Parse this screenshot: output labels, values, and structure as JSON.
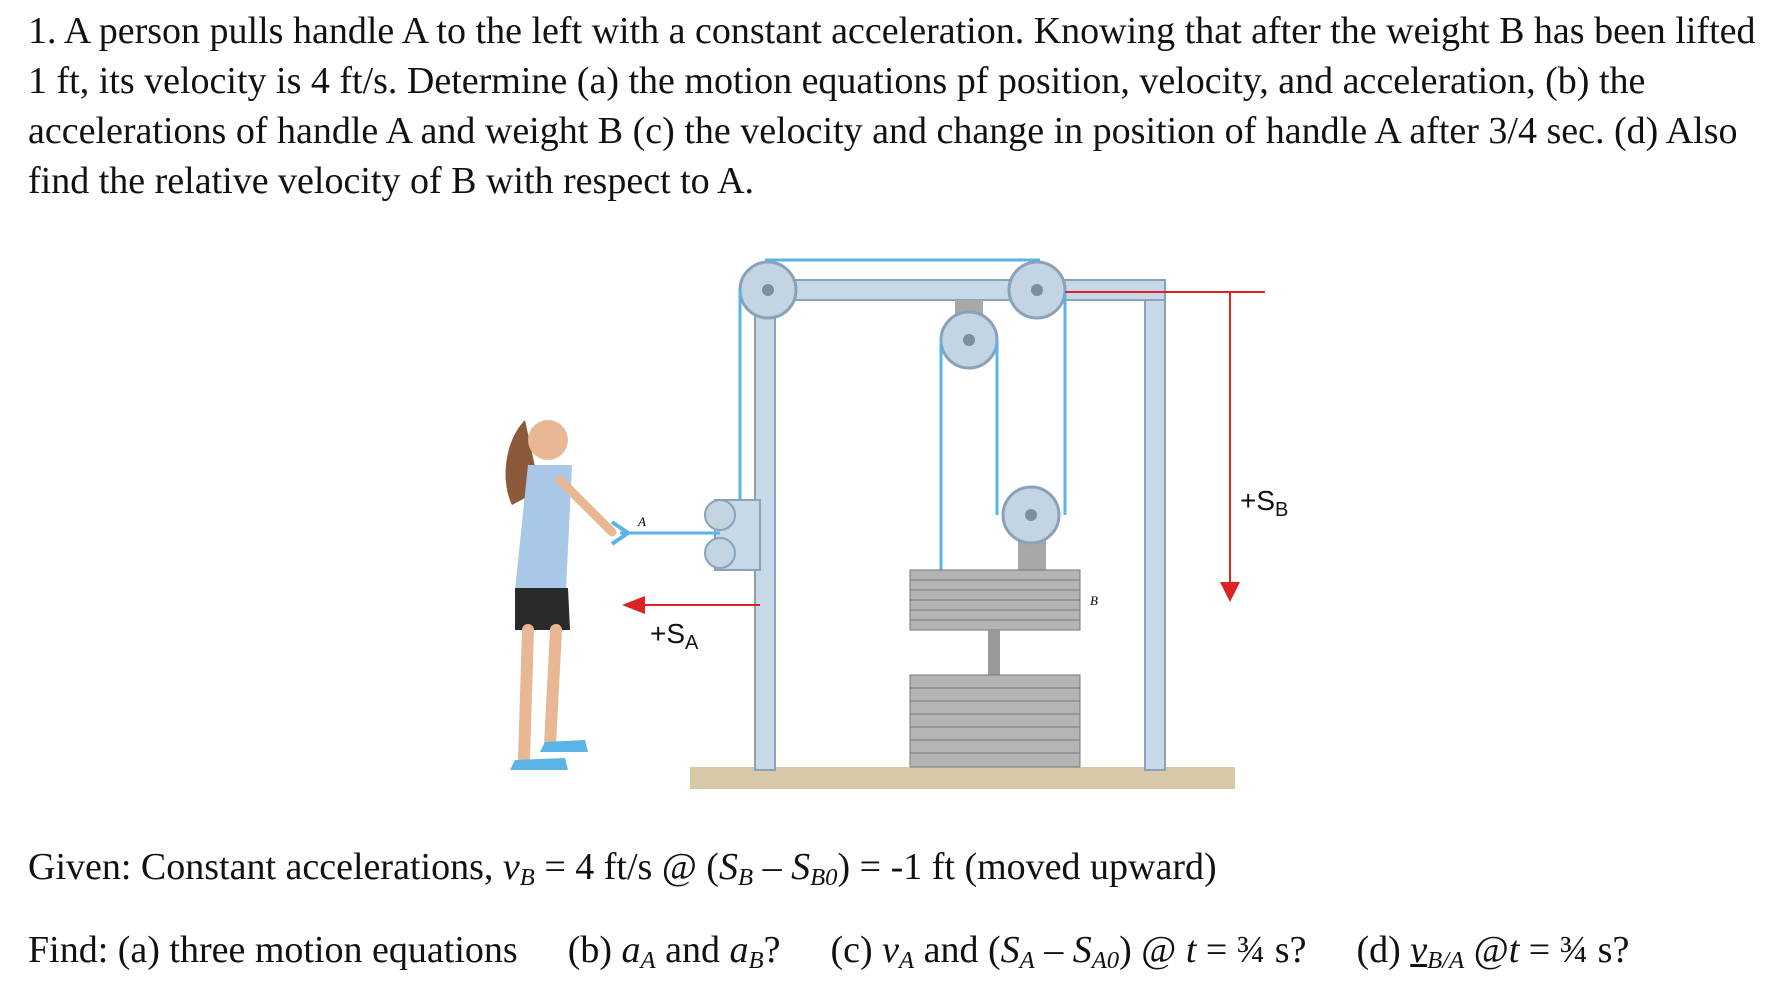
{
  "problem": {
    "text": "1. A person pulls handle A to the left with a constant acceleration. Knowing that after the weight B has been lifted 1 ft, its velocity is 4 ft/s. Determine (a) the motion equations pf position, velocity, and acceleration, (b) the accelerations of handle A and weight B (c) the velocity and change in position of handle A after 3/4 sec. (d) Also find the relative velocity of B with respect to A."
  },
  "figure": {
    "label_a": "A",
    "label_b": "B",
    "sa_label": "+S",
    "sa_sub": "A",
    "sb_label": "+S",
    "sb_sub": "B"
  },
  "given": {
    "lead": "Given: Constant accelerations, ",
    "v": "v",
    "v_sub": "B",
    "t1": " = 4 ft/s @ (",
    "s1": "S",
    "s1_sub": "B",
    "t2": " – ",
    "s2": "S",
    "s2_sub": "B0",
    "t3": ") = -1 ft (moved upward)"
  },
  "find": {
    "lead": "Find: (a) three motion equations",
    "b_open": "(b) ",
    "b_a1": "a",
    "b_a1_sub": "A",
    "b_and": " and ",
    "b_a2": "a",
    "b_a2_sub": "B",
    "b_q": "?",
    "c_open": "(c) ",
    "c_v": "v",
    "c_v_sub": "A",
    "c_and": " and (",
    "c_s1": "S",
    "c_s1_sub": "A",
    "c_minus": " – ",
    "c_s2": "S",
    "c_s2_sub": "A0",
    "c_at": ") @ ",
    "c_t": "t",
    "c_eq": " = ¾ s?",
    "d_open": "(d) ",
    "d_v": "v",
    "d_v_sub": "B/A",
    "d_at": " @",
    "d_t": "t",
    "d_eq": " = ¾ s?"
  }
}
